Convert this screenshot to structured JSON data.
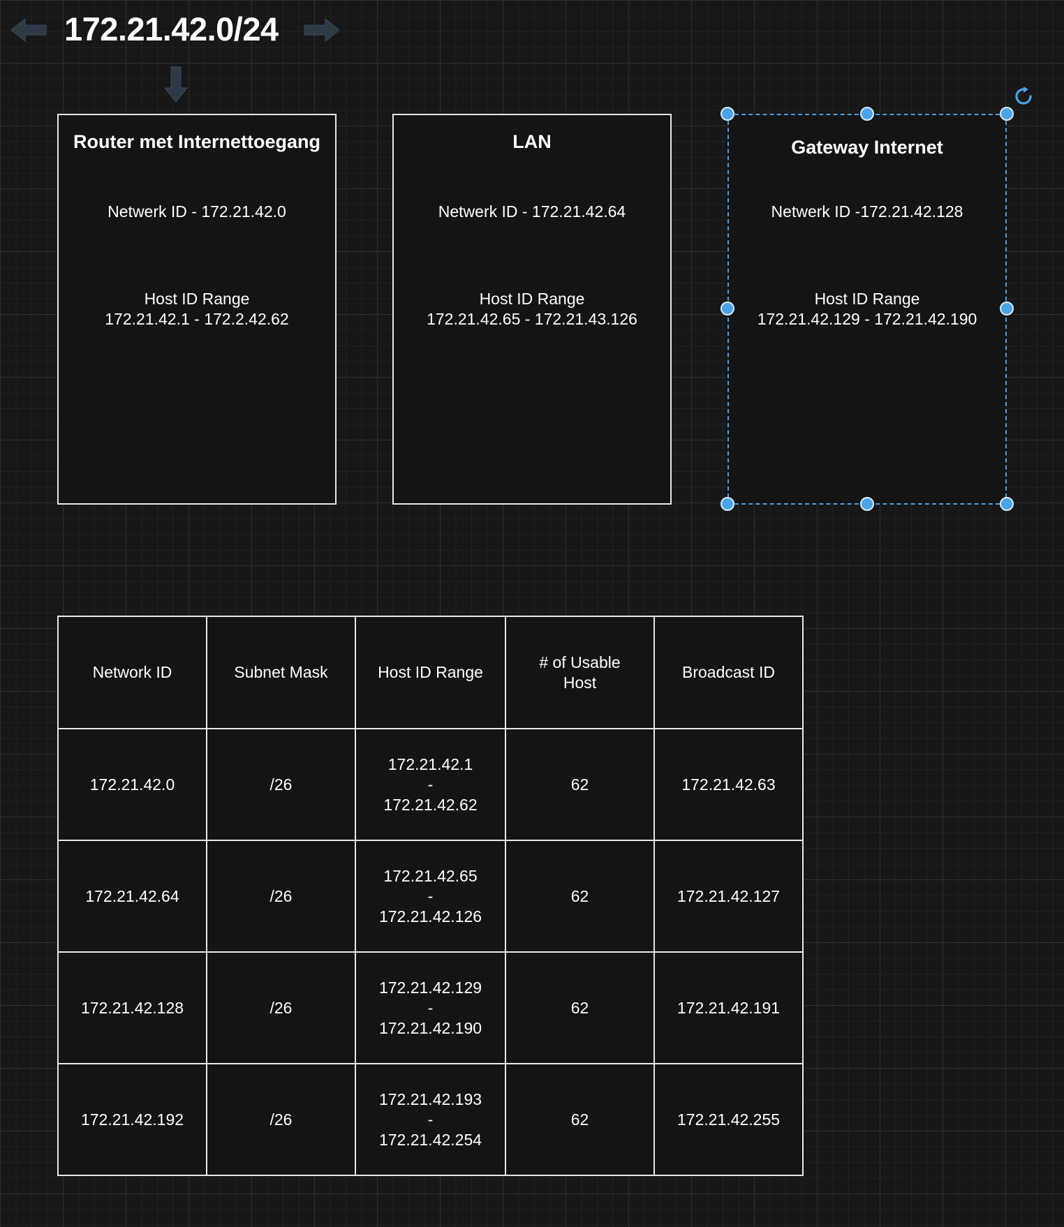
{
  "header": {
    "title": "172.21.42.0/24"
  },
  "boxes": [
    {
      "title": "Router met Internettoegang",
      "network_id": "Netwerk ID - 172.21.42.0",
      "host_label": "Host ID Range",
      "host_range": "172.21.42.1 - 172.2.42.62"
    },
    {
      "title": "LAN",
      "network_id": "Netwerk ID - 172.21.42.64",
      "host_label": "Host ID Range",
      "host_range": "172.21.42.65 - 172.21.43.126"
    },
    {
      "title": "Gateway Internet",
      "network_id": "Netwerk ID -172.21.42.128",
      "host_label": "Host ID Range",
      "host_range": "172.21.42.129 - 172.21.42.190"
    }
  ],
  "table": {
    "headers": [
      "Network ID",
      "Subnet Mask",
      "Host ID Range",
      "# of Usable Host",
      "Broadcast ID"
    ],
    "rows": [
      {
        "network": "172.21.42.0",
        "mask": "/26",
        "range_start": "172.21.42.1",
        "range_sep": "-",
        "range_end": "172.21.42.62",
        "hosts": "62",
        "broadcast": "172.21.42.63"
      },
      {
        "network": "172.21.42.64",
        "mask": "/26",
        "range_start": "172.21.42.65",
        "range_sep": "-",
        "range_end": "172.21.42.126",
        "hosts": "62",
        "broadcast": "172.21.42.127"
      },
      {
        "network": "172.21.42.128",
        "mask": "/26",
        "range_start": "172.21.42.129",
        "range_sep": "-",
        "range_end": "172.21.42.190",
        "hosts": "62",
        "broadcast": "172.21.42.191"
      },
      {
        "network": "172.21.42.192",
        "mask": "/26",
        "range_start": "172.21.42.193",
        "range_sep": "-",
        "range_end": "172.21.42.254",
        "hosts": "62",
        "broadcast": "172.21.42.255"
      }
    ]
  },
  "colors": {
    "selection": "#4a9de0",
    "arrow": "#3a4a5a",
    "border": "#e8e8e8"
  },
  "icons": [
    "arrow-left-icon",
    "arrow-right-icon",
    "arrow-down-icon",
    "rotate-icon"
  ]
}
